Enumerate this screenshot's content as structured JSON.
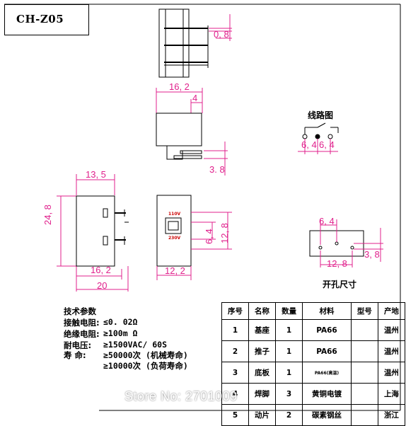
{
  "title": "CH-Z05",
  "dimensions": {
    "top_pin_pitch": "0, 8",
    "side_width": "16, 2",
    "side_inner": "4",
    "side_pin": "3. 8",
    "left_width_top": "13, 5",
    "left_height": "24, 8",
    "left_width_bottom": "16, 2",
    "left_total": "20",
    "front_width": "12, 2",
    "front_inner": "6, 4",
    "front_height": "12, 8",
    "circuit_left": "6, 4",
    "circuit_right": "6, 4",
    "hole_top": "6, 4",
    "hole_width": "12, 8",
    "hole_side": "3, 8"
  },
  "labels": {
    "circuit": "线路图",
    "hole": "开孔尺寸",
    "voltage_high": "110V",
    "voltage_low": "230V"
  },
  "specs": {
    "heading": "技术参数",
    "contact": "接触电阻:",
    "contact_val": "≤0. 02Ω",
    "insulation": "绝缘电阻:",
    "insulation_val": "≥100m Ω",
    "voltage": "耐电压:",
    "voltage_val": "≥1500VAC/ 60S",
    "life": "寿    命:",
    "life_val_1": "≥50000次 (机械寿命)",
    "life_val_2": "≥10000次 (负荷寿命)"
  },
  "bom": {
    "headers": [
      "序号",
      "名称",
      "数量",
      "材料",
      "型号",
      "产地"
    ],
    "rows": [
      [
        "1",
        "基座",
        "1",
        "PA66",
        "",
        "温州"
      ],
      [
        "2",
        "推子",
        "1",
        "PA66",
        "",
        "温州"
      ],
      [
        "3",
        "底板",
        "1",
        "PA66(高温)",
        "",
        "温州"
      ],
      [
        "4",
        "焊脚",
        "3",
        "黄铜电镀",
        "",
        "上海"
      ],
      [
        "5",
        "动片",
        "2",
        "碳素钢丝",
        "",
        "浙江"
      ]
    ]
  },
  "watermark": "Store No: 2701009"
}
